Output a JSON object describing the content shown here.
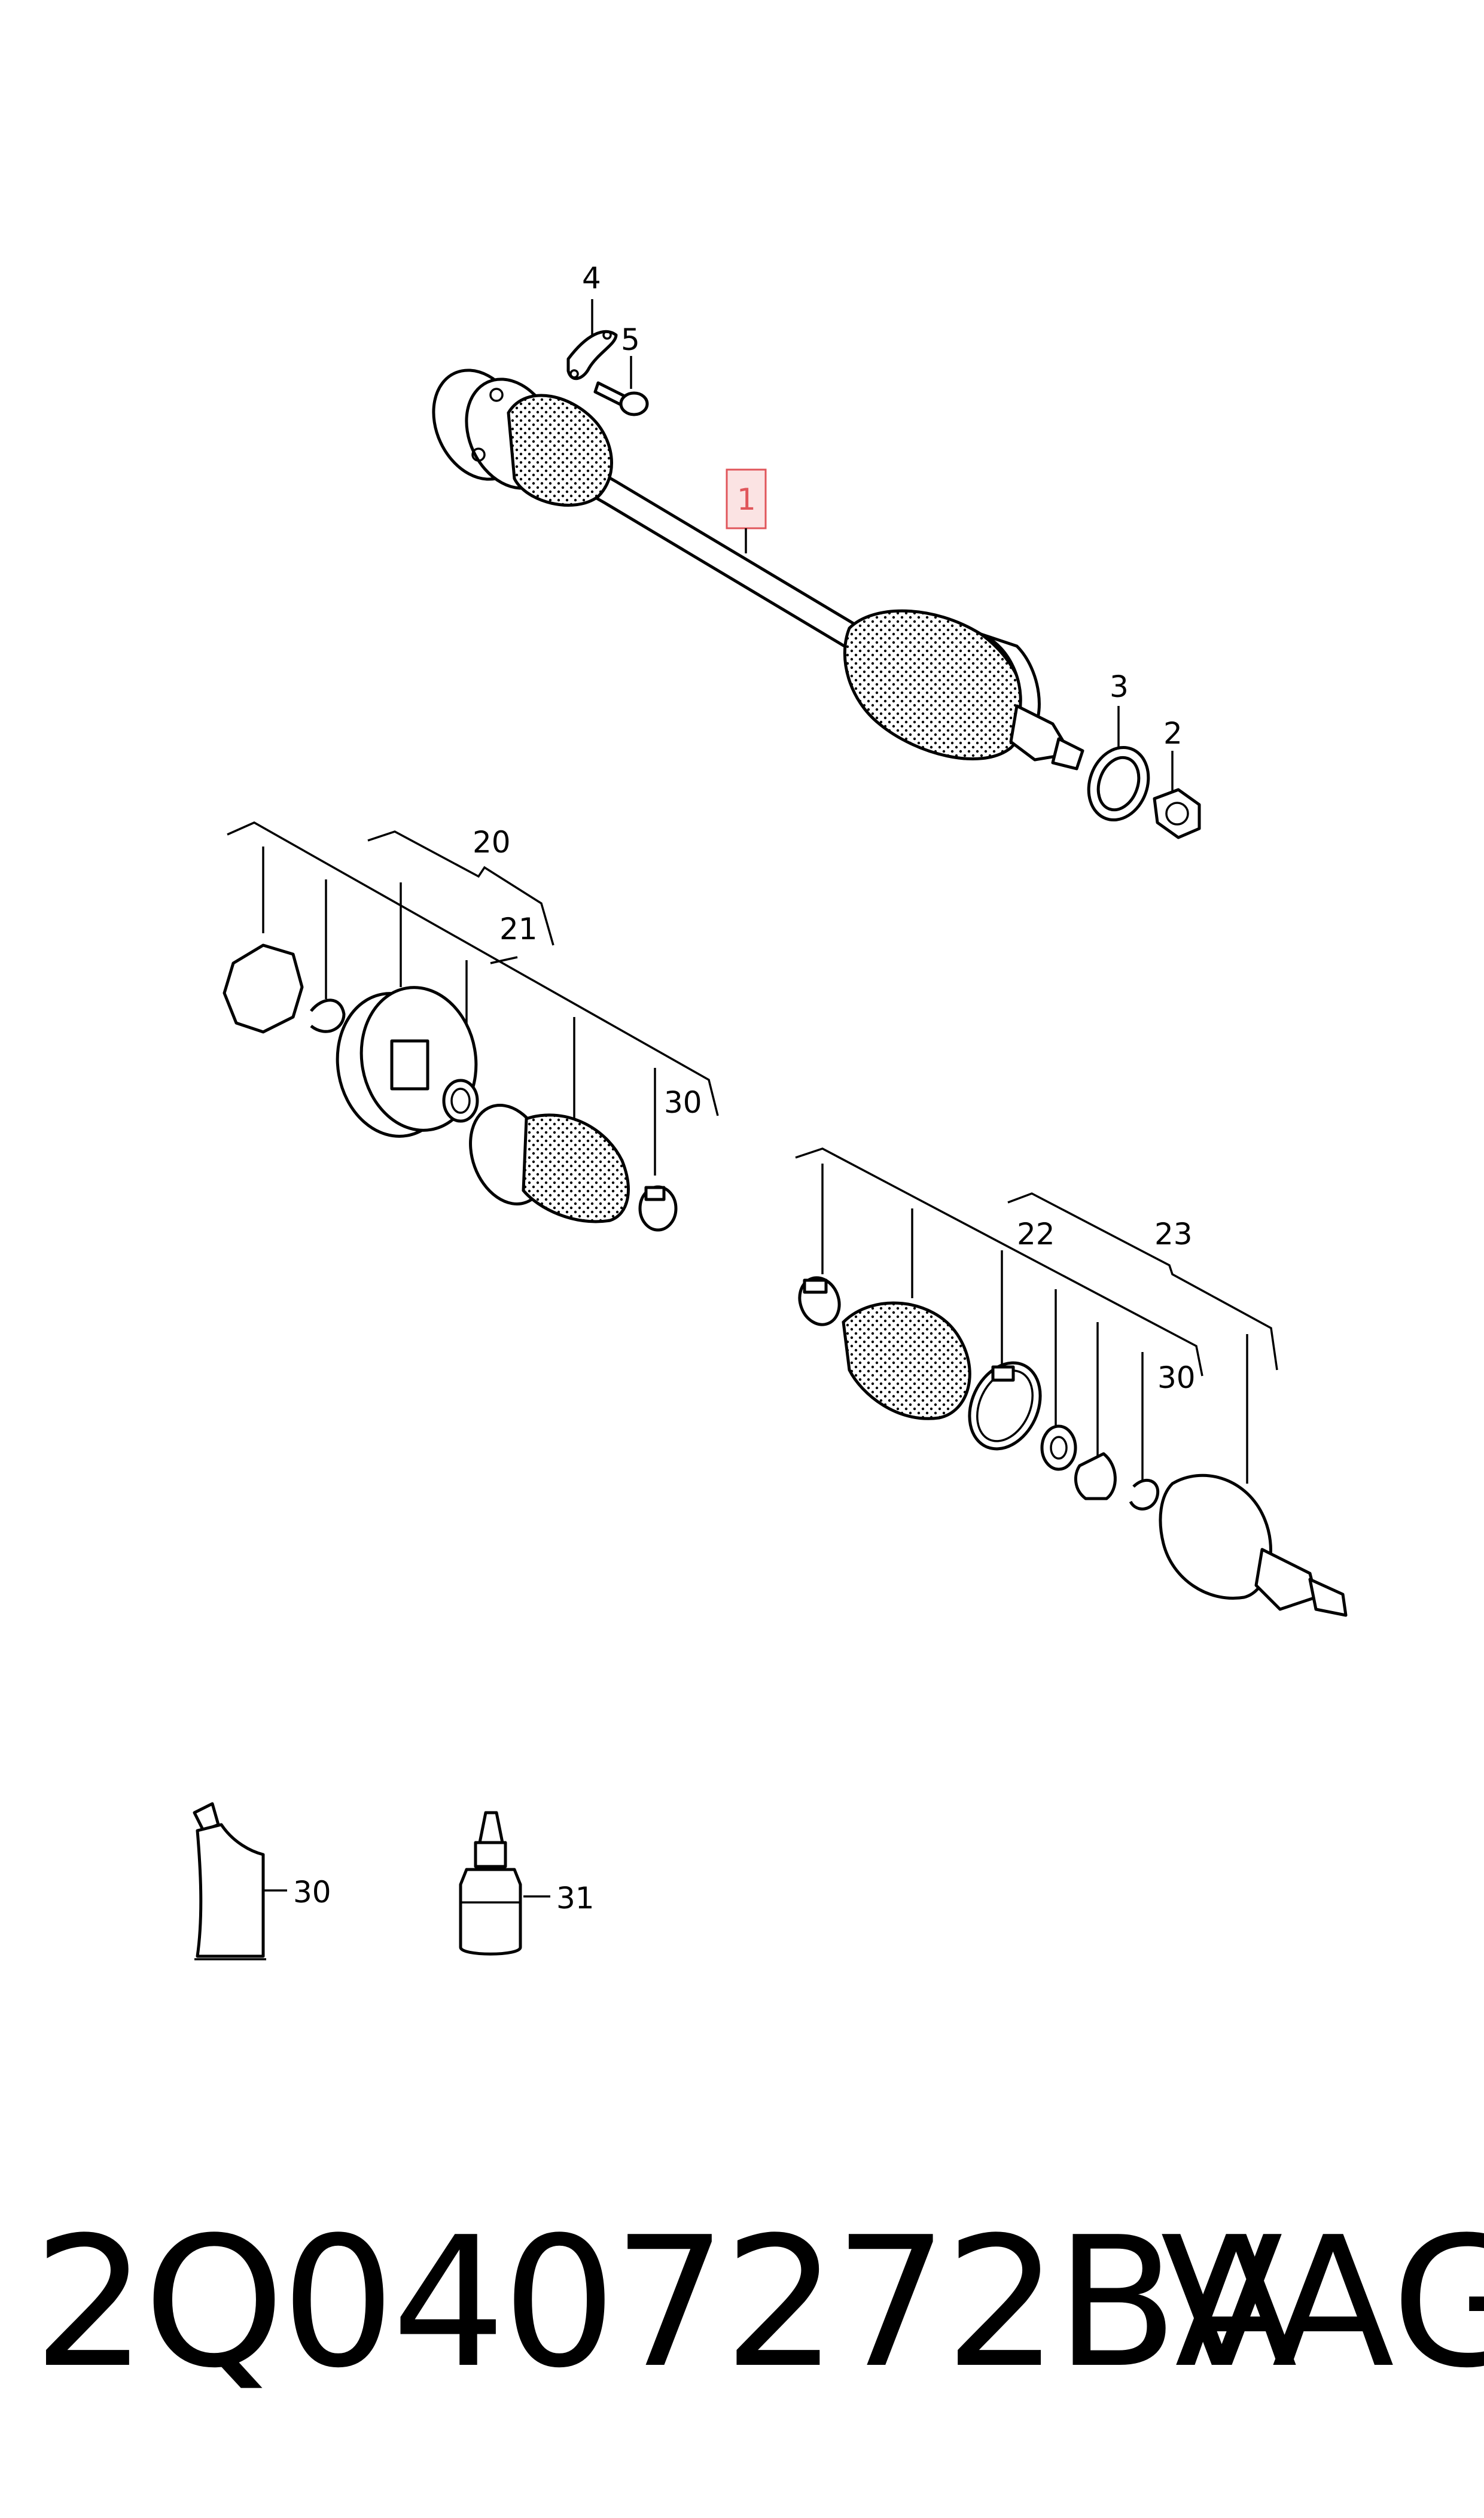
{
  "diagram": {
    "callouts": {
      "c1": "1",
      "c2": "2",
      "c3": "3",
      "c4": "4",
      "c5": "5",
      "c20": "20",
      "c21": "21",
      "c22": "22",
      "c23": "23",
      "c30a": "30",
      "c30b": "30",
      "c30c": "30",
      "c31": "31"
    },
    "highlight_color": "#e0565b"
  },
  "footer": {
    "part_number": "2Q0407272BA",
    "brand": "VAG"
  }
}
